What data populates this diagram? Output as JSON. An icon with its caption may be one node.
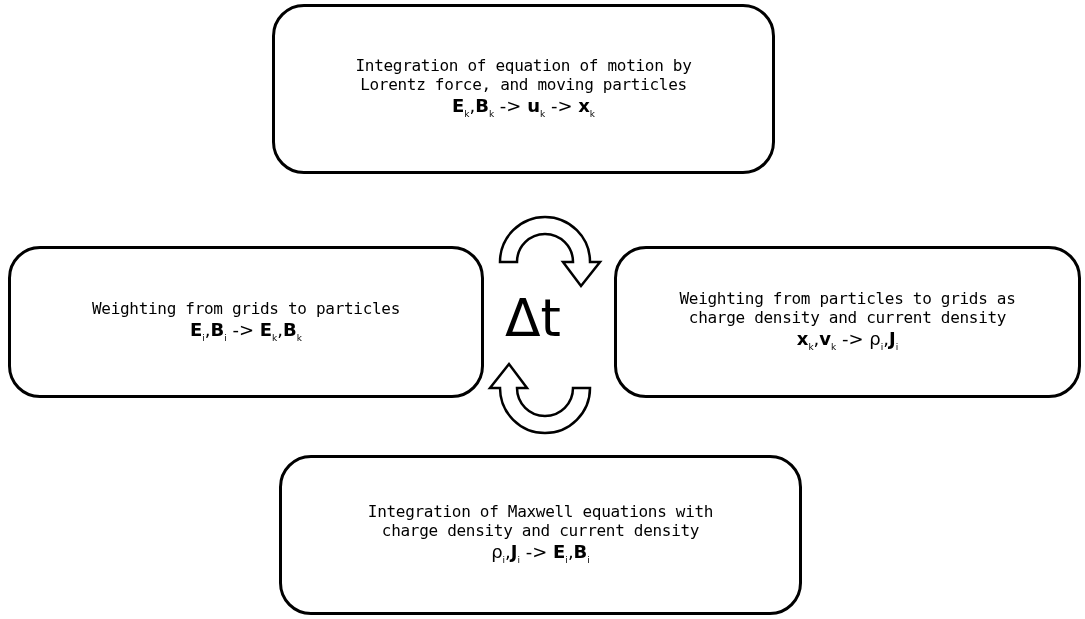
{
  "diagram": {
    "nodes": [
      {
        "text": [
          "Integration of equation of motion by Lorentz force, and moving particles",
          "**E**$_{k}$,**B**$_{k}$ -> **u**$_{k}$ -> **x**$_{k}$"
        ]
      },
      {
        "text": [
          "Weighting from grids to particles",
          "**E**$_{i}$,**B**$_{i}$ -> **E**$_{k}$,**B**$_{k}$"
        ]
      },
      {
        "text": [
          "Weighting from particles to grids as charge density and current density",
          "**x**$_{k}$,**v**$_{k}$ -> ρ$_{i}$,**J**$_{i}$"
        ]
      },
      {
        "text": [
          "Integration of Maxwell equations with charge density and current density",
          "ρ$_{i}$,**J**$_{i}$ -> **E**$_{i}$,**B**$_{i}$"
        ]
      }
    ],
    "labels": [
      "Δt"
    ]
  }
}
